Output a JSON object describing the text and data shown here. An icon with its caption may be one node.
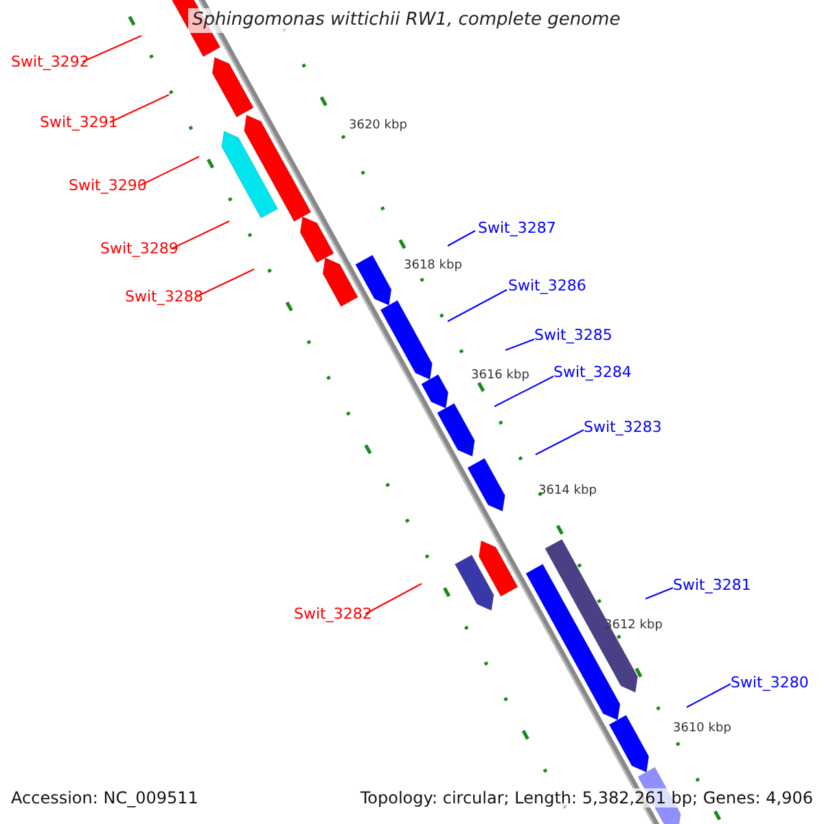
{
  "diagram": {
    "title": "Sphingomonas wittichii RW1, complete genome",
    "nodes": [
      {
        "text": [
          "Swit_3292"
        ]
      },
      {
        "text": [
          "Swit_3291"
        ]
      },
      {
        "text": [
          "Swit_3290"
        ]
      },
      {
        "text": [
          "Swit_3289"
        ]
      },
      {
        "text": [
          "Swit_3288"
        ]
      },
      {
        "text": [
          "Swit_3287"
        ]
      },
      {
        "text": [
          "Swit_3286"
        ]
      },
      {
        "text": [
          "Swit_3285"
        ]
      },
      {
        "text": [
          "Swit_3284"
        ]
      },
      {
        "text": [
          "Swit_3283"
        ]
      },
      {
        "text": [
          "Swit_3282"
        ]
      },
      {
        "text": [
          "Swit_3281"
        ]
      },
      {
        "text": [
          "Swit_3280"
        ]
      }
    ],
    "edges": [
      {
        "from": 0,
        "to": null,
        "arrow": "none",
        "color": "#ff0000"
      },
      {
        "from": 1,
        "to": null,
        "arrow": "none",
        "color": "#ff0000"
      },
      {
        "from": 2,
        "to": null,
        "arrow": "none",
        "color": "#ff0000"
      },
      {
        "from": 3,
        "to": null,
        "arrow": "none",
        "color": "#ff0000"
      },
      {
        "from": 4,
        "to": null,
        "arrow": "none",
        "color": "#ff0000"
      },
      {
        "from": 5,
        "to": null,
        "arrow": "none",
        "color": "#0000ff"
      },
      {
        "from": 6,
        "to": null,
        "arrow": "none",
        "color": "#0000ff"
      },
      {
        "from": 7,
        "to": null,
        "arrow": "none",
        "color": "#0000ff"
      },
      {
        "from": 8,
        "to": null,
        "arrow": "none",
        "color": "#0000ff"
      },
      {
        "from": 9,
        "to": null,
        "arrow": "none",
        "color": "#0000ff"
      },
      {
        "from": 10,
        "to": null,
        "arrow": "none",
        "color": "#ff0000"
      },
      {
        "from": 11,
        "to": null,
        "arrow": "none",
        "color": "#0000ff"
      },
      {
        "from": 12,
        "to": null,
        "arrow": "none",
        "color": "#0000ff"
      }
    ],
    "labels": [
      "3620 kbp",
      "3618 kbp",
      "3616 kbp",
      "3614 kbp",
      "3612 kbp",
      "3610 kbp",
      "Accession: NC_009511",
      "Topology: circular; Length: 5,382,261 bp; Genes: 4,906"
    ]
  }
}
